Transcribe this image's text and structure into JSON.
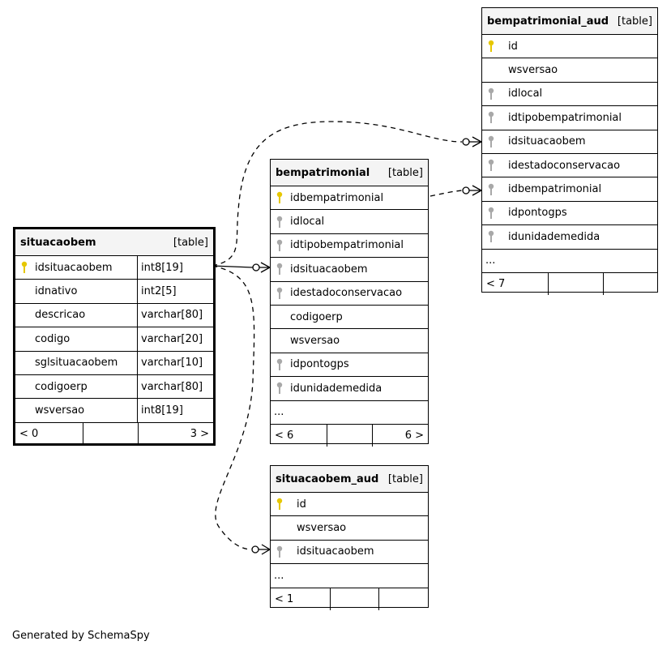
{
  "caption": "Generated by SchemaSpy",
  "tables": {
    "situacaobem": {
      "name": "situacaobem",
      "kind": "[table]",
      "columns": [
        {
          "name": "idsituacaobem",
          "type": "int8[19]",
          "key": "primary"
        },
        {
          "name": "idnativo",
          "type": "int2[5]",
          "key": "none"
        },
        {
          "name": "descricao",
          "type": "varchar[80]",
          "key": "none"
        },
        {
          "name": "codigo",
          "type": "varchar[20]",
          "key": "none"
        },
        {
          "name": "sglsituacaobem",
          "type": "varchar[10]",
          "key": "none"
        },
        {
          "name": "codigoerp",
          "type": "varchar[80]",
          "key": "none"
        },
        {
          "name": "wsversao",
          "type": "int8[19]",
          "key": "none"
        }
      ],
      "footer": [
        "< 0",
        "",
        "3 >"
      ]
    },
    "bempatrimonial": {
      "name": "bempatrimonial",
      "kind": "[table]",
      "columns": [
        {
          "name": "idbempatrimonial",
          "key": "primary"
        },
        {
          "name": "idlocal",
          "key": "foreign"
        },
        {
          "name": "idtipobempatrimonial",
          "key": "foreign"
        },
        {
          "name": "idsituacaobem",
          "key": "foreign"
        },
        {
          "name": "idestadoconservacao",
          "key": "foreign"
        },
        {
          "name": "codigoerp",
          "key": "none"
        },
        {
          "name": "wsversao",
          "key": "none"
        },
        {
          "name": "idpontogps",
          "key": "foreign"
        },
        {
          "name": "idunidademedida",
          "key": "foreign"
        },
        {
          "name": "...",
          "key": "none"
        }
      ],
      "footer": [
        "< 6",
        "",
        "6 >"
      ]
    },
    "bempatrimonial_aud": {
      "name": "bempatrimonial_aud",
      "kind": "[table]",
      "columns": [
        {
          "name": "id",
          "key": "primary"
        },
        {
          "name": "wsversao",
          "key": "none"
        },
        {
          "name": "idlocal",
          "key": "foreign"
        },
        {
          "name": "idtipobempatrimonial",
          "key": "foreign"
        },
        {
          "name": "idsituacaobem",
          "key": "foreign"
        },
        {
          "name": "idestadoconservacao",
          "key": "foreign"
        },
        {
          "name": "idbempatrimonial",
          "key": "foreign"
        },
        {
          "name": "idpontogps",
          "key": "foreign"
        },
        {
          "name": "idunidademedida",
          "key": "foreign"
        },
        {
          "name": "...",
          "key": "none"
        }
      ],
      "footer": [
        "< 7",
        "",
        ""
      ]
    },
    "situacaobem_aud": {
      "name": "situacaobem_aud",
      "kind": "[table]",
      "columns": [
        {
          "name": "id",
          "key": "primary"
        },
        {
          "name": "wsversao",
          "key": "none"
        },
        {
          "name": "idsituacaobem",
          "key": "foreign"
        },
        {
          "name": "...",
          "key": "none"
        }
      ],
      "footer": [
        "< 1",
        "",
        ""
      ]
    }
  },
  "colors": {
    "primary_key": "#e6c700",
    "foreign_key": "#a8a8a8",
    "header_bg": "#f4f4f4"
  },
  "icons": {
    "primary": "key-icon",
    "foreign": "foreign-key-icon"
  }
}
